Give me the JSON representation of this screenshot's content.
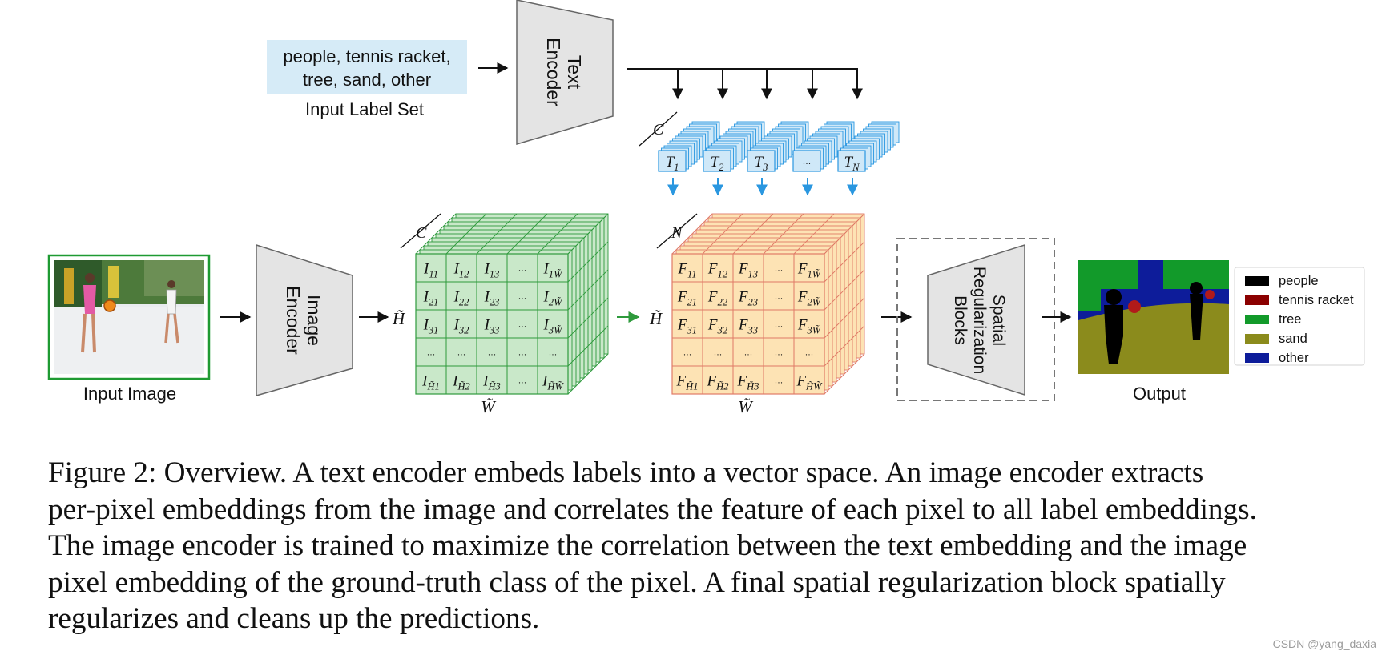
{
  "labels": {
    "label_set_line1": "people, tennis racket,",
    "label_set_line2": "tree, sand, other",
    "input_label_set": "Input Label Set",
    "text_encoder_line1": "Text",
    "text_encoder_line2": "Encoder",
    "image_encoder_line1": "Image",
    "image_encoder_line2": "Encoder",
    "spatial_line1": "Spatial",
    "spatial_line2": "Regularization",
    "spatial_line3": "Blocks",
    "input_image": "Input Image",
    "output": "Output",
    "dim_c": "C",
    "dim_n": "N",
    "dim_h": "H̃",
    "dim_w": "W̃"
  },
  "text_embeddings": [
    "T1",
    "T2",
    "T3",
    "···",
    "TN"
  ],
  "image_grid": [
    [
      "I11",
      "I12",
      "I13",
      "···",
      "I1W̃"
    ],
    [
      "I21",
      "I22",
      "I23",
      "···",
      "I2W̃"
    ],
    [
      "I31",
      "I32",
      "I33",
      "···",
      "I3W̃"
    ],
    [
      "···",
      "···",
      "···",
      "···",
      "···"
    ],
    [
      "IH̃1",
      "IH̃2",
      "IH̃3",
      "···",
      "IH̃W̃"
    ]
  ],
  "feature_grid": [
    [
      "F11",
      "F12",
      "F13",
      "···",
      "F1W̃"
    ],
    [
      "F21",
      "F22",
      "F23",
      "···",
      "F2W̃"
    ],
    [
      "F31",
      "F32",
      "F33",
      "···",
      "F3W̃"
    ],
    [
      "···",
      "···",
      "···",
      "···",
      "···"
    ],
    [
      "FH̃1",
      "FH̃2",
      "FH̃3",
      "···",
      "FH̃W̃"
    ]
  ],
  "legend": [
    {
      "label": "people",
      "color": "#000000"
    },
    {
      "label": "tennis racket",
      "color": "#8b0000"
    },
    {
      "label": "tree",
      "color": "#129a2a"
    },
    {
      "label": "sand",
      "color": "#8b8b1c"
    },
    {
      "label": "other",
      "color": "#0d1c9a"
    }
  ],
  "colors": {
    "label_set_bg": "#d6ebf7",
    "green_stroke": "#2e9a3c",
    "green_fill": "#c9e8c9",
    "orange_stroke": "#e07a66",
    "orange_fill": "#fde3b4",
    "blue_stroke": "#2a97e0",
    "blue_fill": "#cfe8f8",
    "encoder_fill": "#e4e4e4"
  },
  "caption": {
    "line1": "Figure 2: Overview. A text encoder embeds labels into a vector space. An image encoder extracts",
    "line2": "per-pixel embeddings from the image and correlates the feature of each pixel to all label embeddings.",
    "line3": "The image encoder is trained to maximize the correlation between the text embedding and the image",
    "line4": "pixel embedding of the ground-truth class of the pixel. A final spatial regularization block spatially",
    "line5": "regularizes and cleans up the predictions."
  },
  "watermark": "CSDN @yang_daxia"
}
